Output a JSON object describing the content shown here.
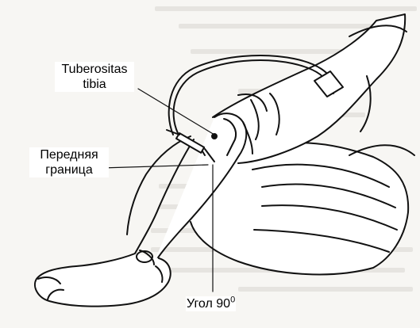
{
  "labels": {
    "tuberositas_line1": "Tuberositas",
    "tuberositas_line2": "tibia",
    "anterior_line1": "Передняя",
    "anterior_line2": "граница",
    "angle_text": "Угол 90",
    "angle_superscript": "0"
  },
  "colors": {
    "ink": "#111111",
    "paper": "#f7f6f3"
  }
}
